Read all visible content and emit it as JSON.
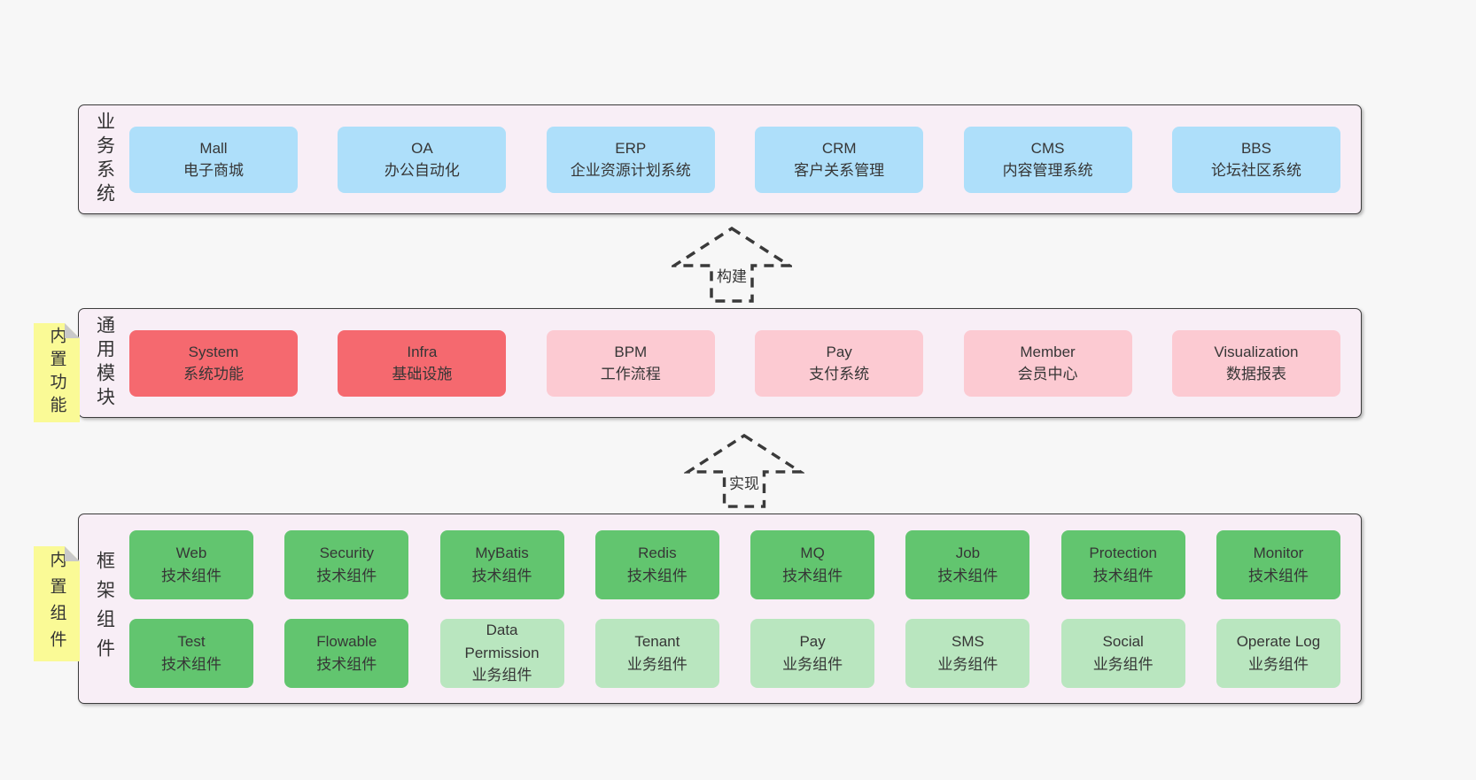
{
  "diagram": {
    "background": "#f7f7f7",
    "colors": {
      "panel_bg": "#f8eef6",
      "panel_border": "#3c3c3c",
      "text": "#363636",
      "sticky_bg": "#fafa96",
      "sticky_fold": "#c9c9c9",
      "blue": "#aedffa",
      "red": "#f5696f",
      "pink": "#fccad2",
      "green": "#62c56f",
      "green_light": "#b9e6bf"
    },
    "arrows": [
      {
        "label": "构建"
      },
      {
        "label": "实现"
      }
    ],
    "panels": [
      {
        "label": "业务系统",
        "sticky": null,
        "rows": [
          [
            {
              "en": "Mall",
              "zh": "电子商城",
              "type": "blue"
            },
            {
              "en": "OA",
              "zh": "办公自动化",
              "type": "blue"
            },
            {
              "en": "ERP",
              "zh": "企业资源计划系统",
              "type": "blue"
            },
            {
              "en": "CRM",
              "zh": "客户关系管理",
              "type": "blue"
            },
            {
              "en": "CMS",
              "zh": "内容管理系统",
              "type": "blue"
            },
            {
              "en": "BBS",
              "zh": "论坛社区系统",
              "type": "blue"
            }
          ]
        ]
      },
      {
        "label": "通用模块",
        "sticky": "内置功能",
        "rows": [
          [
            {
              "en": "System",
              "zh": "系统功能",
              "type": "red"
            },
            {
              "en": "Infra",
              "zh": "基础设施",
              "type": "red"
            },
            {
              "en": "BPM",
              "zh": "工作流程",
              "type": "pink"
            },
            {
              "en": "Pay",
              "zh": "支付系统",
              "type": "pink"
            },
            {
              "en": "Member",
              "zh": "会员中心",
              "type": "pink"
            },
            {
              "en": "Visualization",
              "zh": "数据报表",
              "type": "pink"
            }
          ]
        ]
      },
      {
        "label": "框架组件",
        "sticky": "内置组件",
        "rows": [
          [
            {
              "en": "Web",
              "zh": "技术组件",
              "type": "green"
            },
            {
              "en": "Security",
              "zh": "技术组件",
              "type": "green"
            },
            {
              "en": "MyBatis",
              "zh": "技术组件",
              "type": "green"
            },
            {
              "en": "Redis",
              "zh": "技术组件",
              "type": "green"
            },
            {
              "en": "MQ",
              "zh": "技术组件",
              "type": "green"
            },
            {
              "en": "Job",
              "zh": "技术组件",
              "type": "green"
            },
            {
              "en": "Protection",
              "zh": "技术组件",
              "type": "green"
            },
            {
              "en": "Monitor",
              "zh": "技术组件",
              "type": "green"
            }
          ],
          [
            {
              "en": "Test",
              "zh": "技术组件",
              "type": "green"
            },
            {
              "en": "Flowable",
              "zh": "技术组件",
              "type": "green"
            },
            {
              "en": "Data Permission",
              "zh": "业务组件",
              "type": "green_light"
            },
            {
              "en": "Tenant",
              "zh": "业务组件",
              "type": "green_light"
            },
            {
              "en": "Pay",
              "zh": "业务组件",
              "type": "green_light"
            },
            {
              "en": "SMS",
              "zh": "业务组件",
              "type": "green_light"
            },
            {
              "en": "Social",
              "zh": "业务组件",
              "type": "green_light"
            },
            {
              "en": "Operate Log",
              "zh": "业务组件",
              "type": "green_light"
            }
          ]
        ]
      }
    ]
  }
}
